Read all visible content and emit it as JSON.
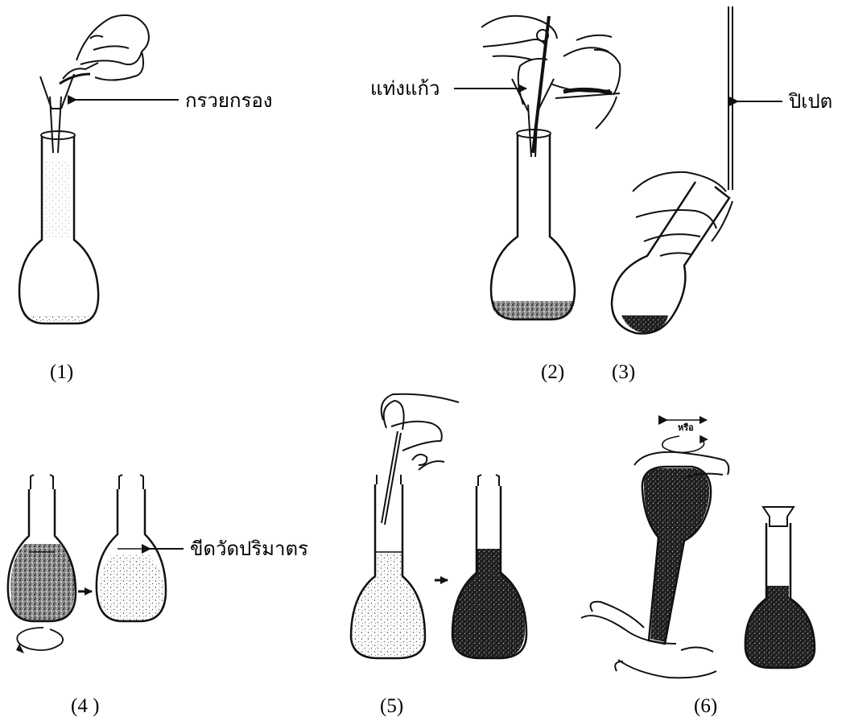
{
  "labels": {
    "filter_funnel": "กรวยกรอง",
    "glass_rod": "แท่งแก้ว",
    "pipette": "ปิเปต",
    "volume_mark": "ขีดวัดปริมาตร",
    "or_text": "หรือ"
  },
  "captions": [
    "(1)",
    "(2)",
    "(3)",
    "(4 )",
    "(5)",
    "(6)"
  ]
}
